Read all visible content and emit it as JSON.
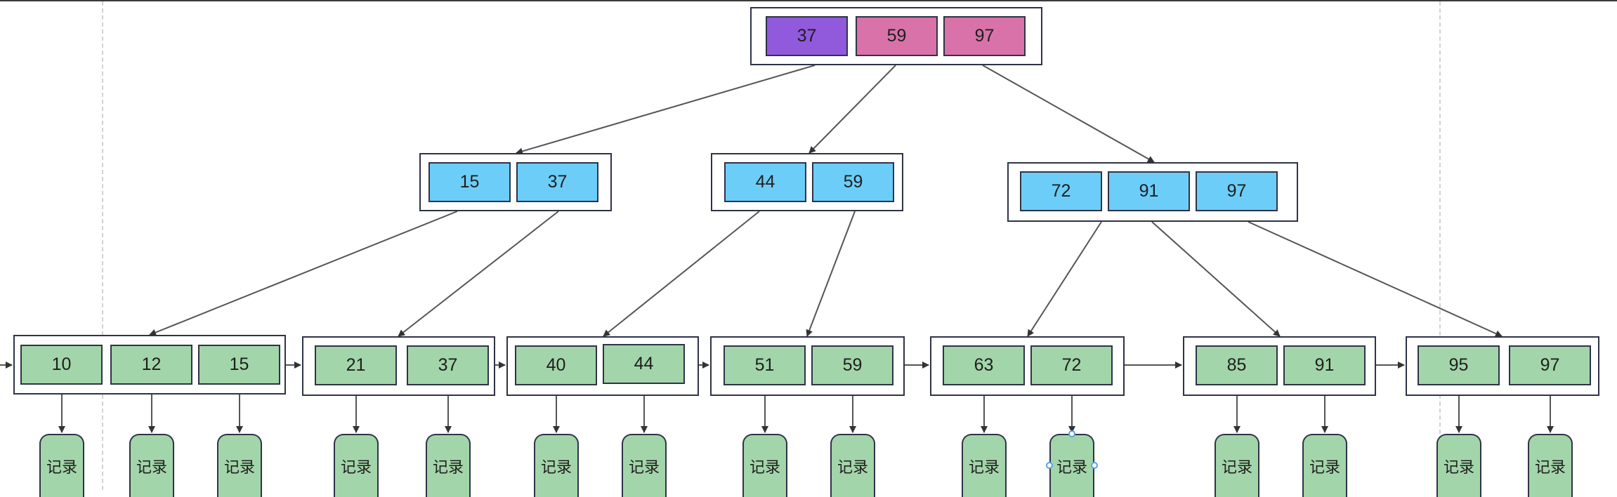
{
  "colors": {
    "root_first": "#9159dc",
    "root_key": "#d972a9",
    "internal_key": "#6ccef8",
    "leaf_key": "#a3d5aa",
    "record": "#a3d5aa",
    "border": "#2f3347",
    "edge": "#555555"
  },
  "tree": {
    "root": {
      "keys": [
        "37",
        "59",
        "97"
      ]
    },
    "internal": [
      {
        "keys": [
          "15",
          "37"
        ]
      },
      {
        "keys": [
          "44",
          "59"
        ]
      },
      {
        "keys": [
          "72",
          "91",
          "97"
        ]
      }
    ],
    "leaves": [
      {
        "keys": [
          "10",
          "12",
          "15"
        ]
      },
      {
        "keys": [
          "21",
          "37"
        ]
      },
      {
        "keys": [
          "40",
          "44"
        ]
      },
      {
        "keys": [
          "51",
          "59"
        ]
      },
      {
        "keys": [
          "63",
          "72"
        ]
      },
      {
        "keys": [
          "85",
          "91"
        ]
      },
      {
        "keys": [
          "95",
          "97"
        ]
      }
    ],
    "record_label": "记录"
  }
}
